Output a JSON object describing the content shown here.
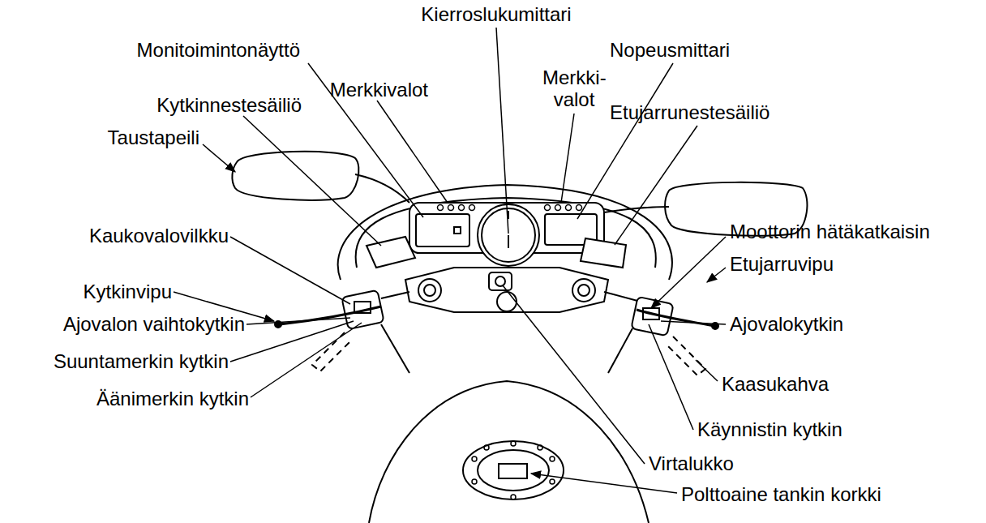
{
  "diagram": {
    "labels": [
      "Kierroslukumittari",
      "Monitoimintonäyttö",
      "Nopeusmittari",
      "Merkkivalot",
      "Merkki- valot",
      "Kytkinnestesäiliö",
      "Etujarrunestesäiliö",
      "Taustapeili",
      "Kaukovalovilkku",
      "Moottorin hätäkatkaisin",
      "Etujarruvipu",
      "Kytkinvipu",
      "Ajovalon vaihtokytkin",
      "Ajovalokytkin",
      "Suuntamerkin kytkin",
      "Kaasukahva",
      "Äänimerkin kytkin",
      "Käynnistin kytkin",
      "Virtalukko",
      "Polttoaine tankin korkki"
    ]
  }
}
